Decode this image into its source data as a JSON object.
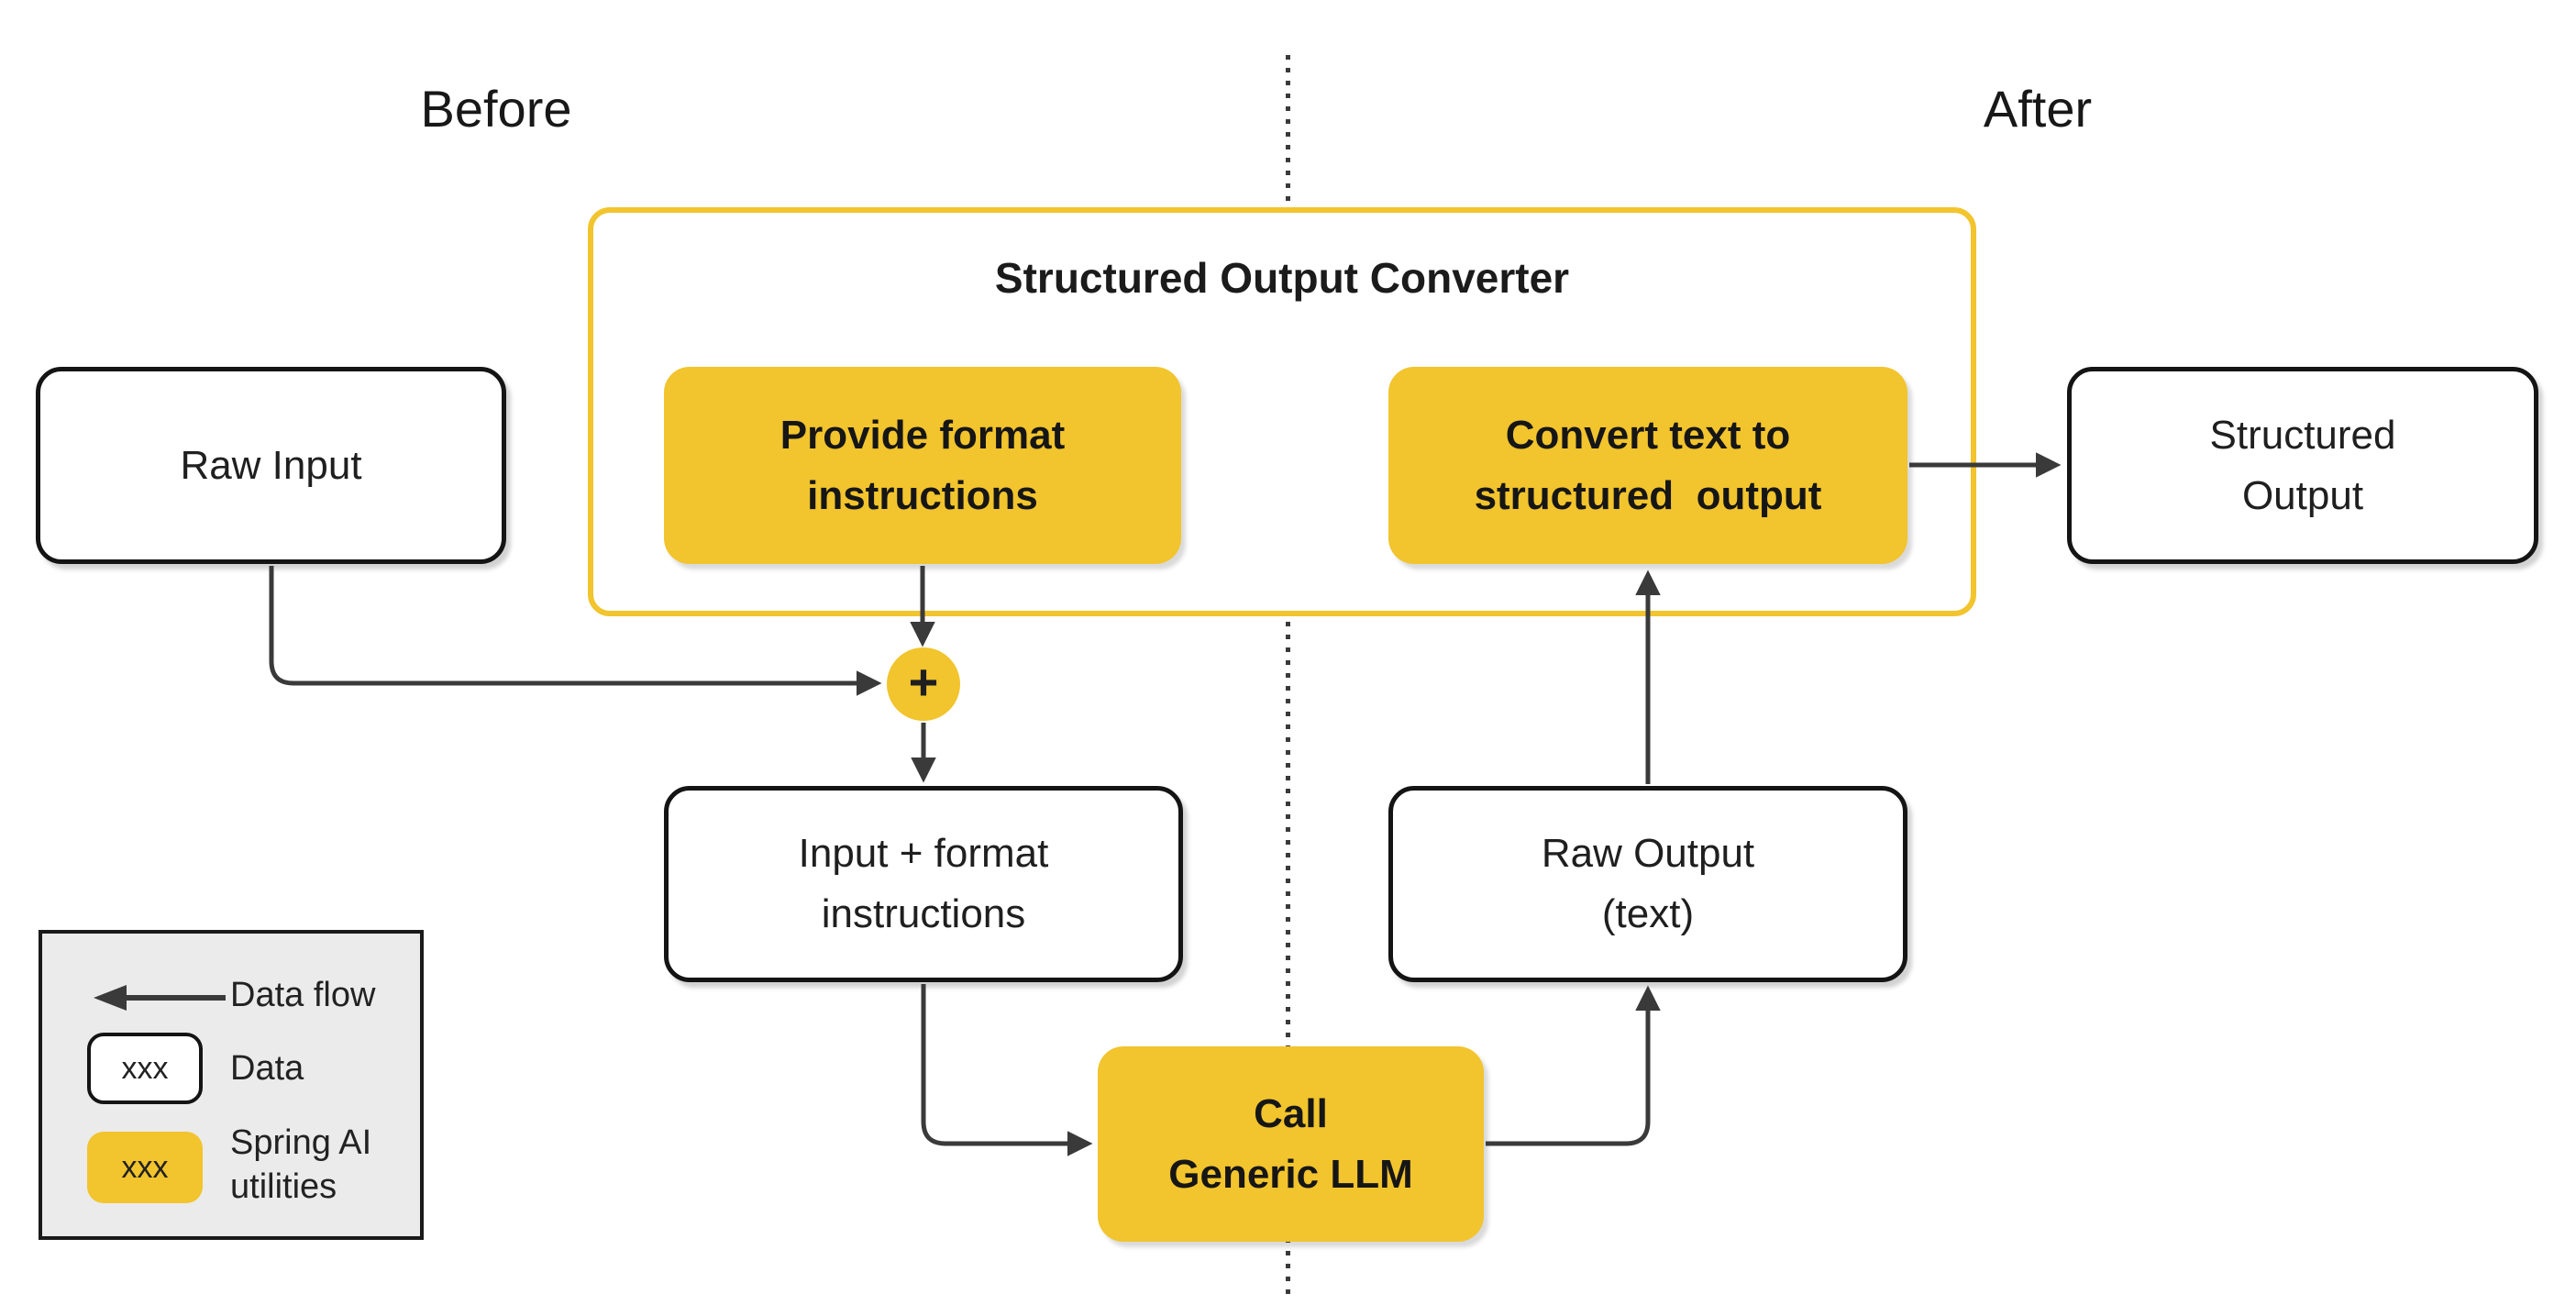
{
  "header": {
    "before_label": "Before",
    "after_label": "After"
  },
  "converter": {
    "title": "Structured Output Converter"
  },
  "nodes": {
    "raw_input": {
      "lines": [
        "Raw Input"
      ]
    },
    "provide_format": {
      "lines": [
        "Provide format",
        "instructions"
      ]
    },
    "convert_text": {
      "lines": [
        "Convert text to",
        "structured  output"
      ]
    },
    "structured_output": {
      "lines": [
        "Structured",
        "Output"
      ]
    },
    "input_format": {
      "lines": [
        "Input + format",
        "instructions"
      ]
    },
    "raw_output": {
      "lines": [
        "Raw Output",
        "(text)"
      ]
    },
    "call_llm": {
      "lines": [
        "Call",
        "Generic LLM"
      ]
    },
    "plus_junction": {
      "symbol": "+"
    }
  },
  "legend": {
    "data_flow_label": "Data flow",
    "data_swatch_text": "xxx",
    "data_label": "Data",
    "spring_swatch_text": "xxx",
    "spring_lines": [
      "Spring AI",
      "utilities"
    ]
  },
  "colors": {
    "accent_yellow": "#F2C42D",
    "line_dark": "#3A3A3A",
    "legend_bg": "#EBEBEB",
    "text_dark": "#1F1F1F"
  }
}
